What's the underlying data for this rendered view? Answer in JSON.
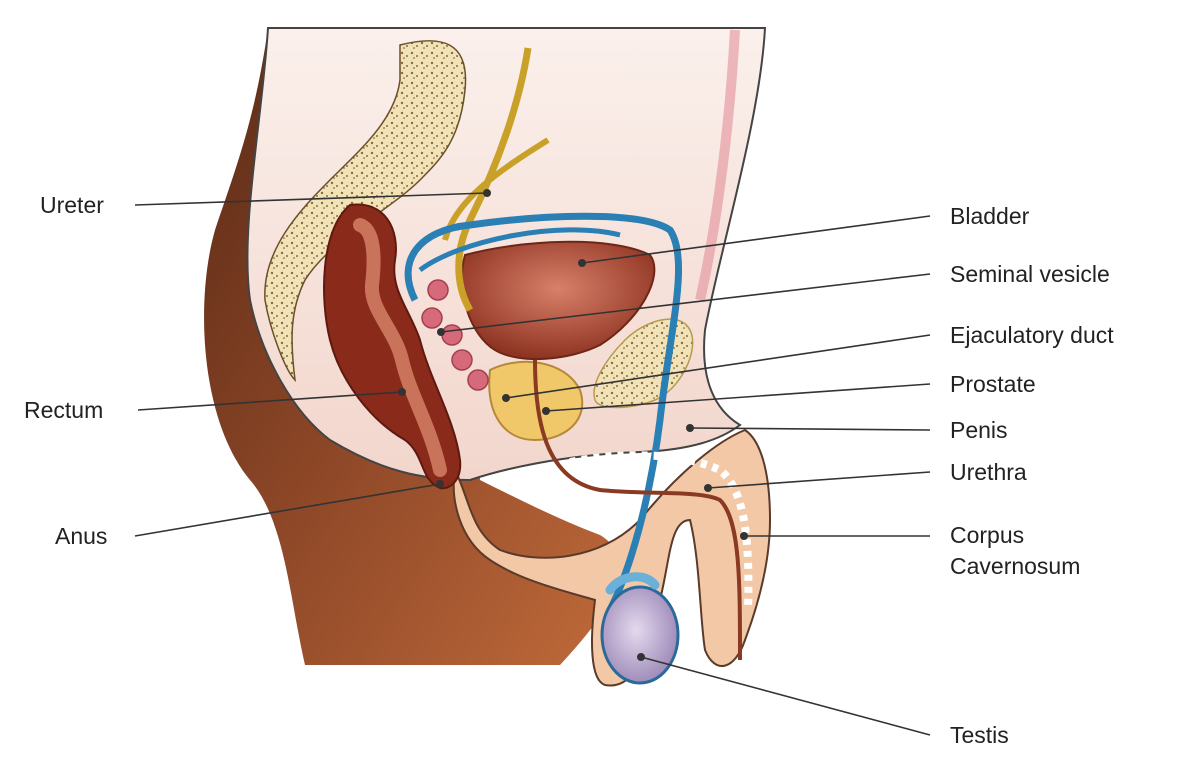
{
  "colors": {
    "skin_dark": "#7a3e22",
    "skin_light": "#f3c8a6",
    "pelvis_interior": "#f7e3dc",
    "bone": "#f1e2b8",
    "bone_speckle": "#9a7b45",
    "rectum": "#8a2a1a",
    "bladder": "#b4503a",
    "prostate": "#f0c86a",
    "vessel_blue": "#2a7fb5",
    "ureter_gold": "#caa128",
    "seminal_vesicle": "#d76a7a",
    "testis": "#c8b7d8",
    "leader_line": "#333333"
  },
  "labels": {
    "ureter": "Ureter",
    "rectum": "Rectum",
    "anus": "Anus",
    "bladder": "Bladder",
    "seminal_vesicle": "Seminal vesicle",
    "ejaculatory_duct": "Ejaculatory duct",
    "prostate": "Prostate",
    "penis": "Penis",
    "urethra": "Urethra",
    "corpus_line1": "Corpus",
    "corpus_line2": "Cavernosum",
    "testis": "Testis"
  }
}
